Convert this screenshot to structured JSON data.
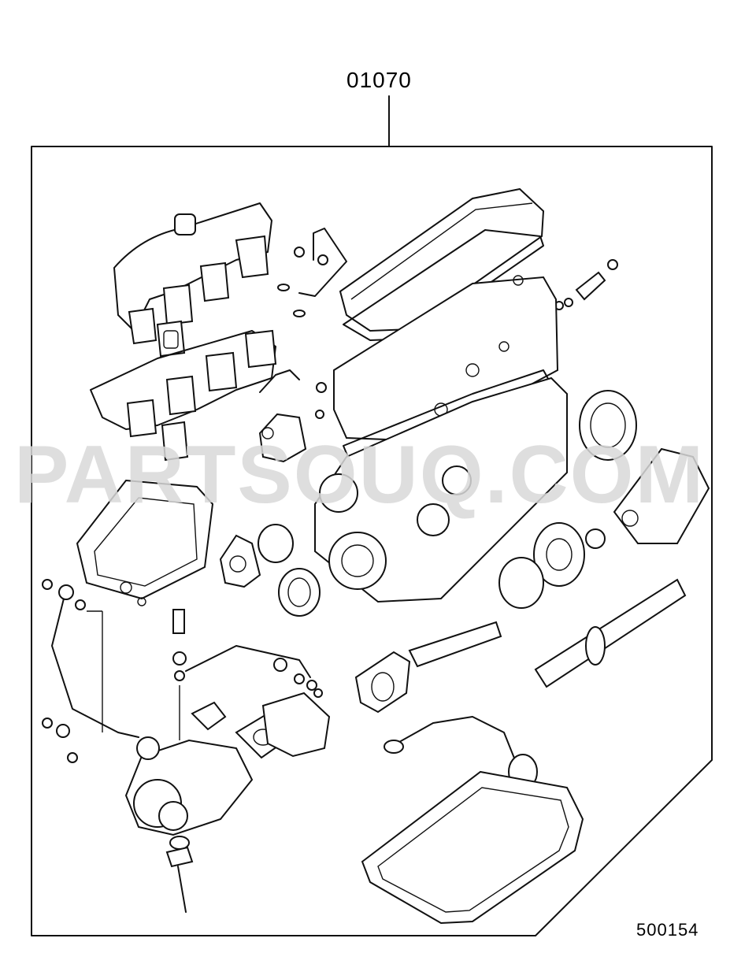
{
  "part_number": "01070",
  "diagram_id": "500154",
  "watermark": "PARTSOUQ.COM",
  "colors": {
    "line": "#111111",
    "background": "#ffffff",
    "watermark": "#d9d9d9"
  }
}
